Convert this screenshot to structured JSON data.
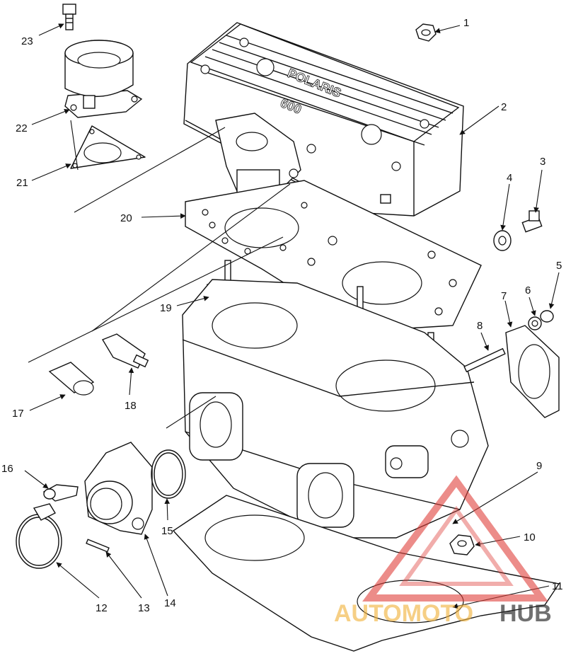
{
  "callouts": [
    "1",
    "2",
    "3",
    "4",
    "5",
    "6",
    "7",
    "8",
    "9",
    "10",
    "11",
    "12",
    "13",
    "14",
    "15",
    "16",
    "17",
    "18",
    "19",
    "20",
    "21",
    "22",
    "23"
  ],
  "head_emboss": {
    "brand": "POLARIS",
    "model": "600"
  },
  "watermark": {
    "part1": "AUTOMOTO",
    "part2": "HUB",
    "color_light": "#f2b441",
    "color_red": "#e0403a",
    "color_dark": "#2d2d2d"
  }
}
